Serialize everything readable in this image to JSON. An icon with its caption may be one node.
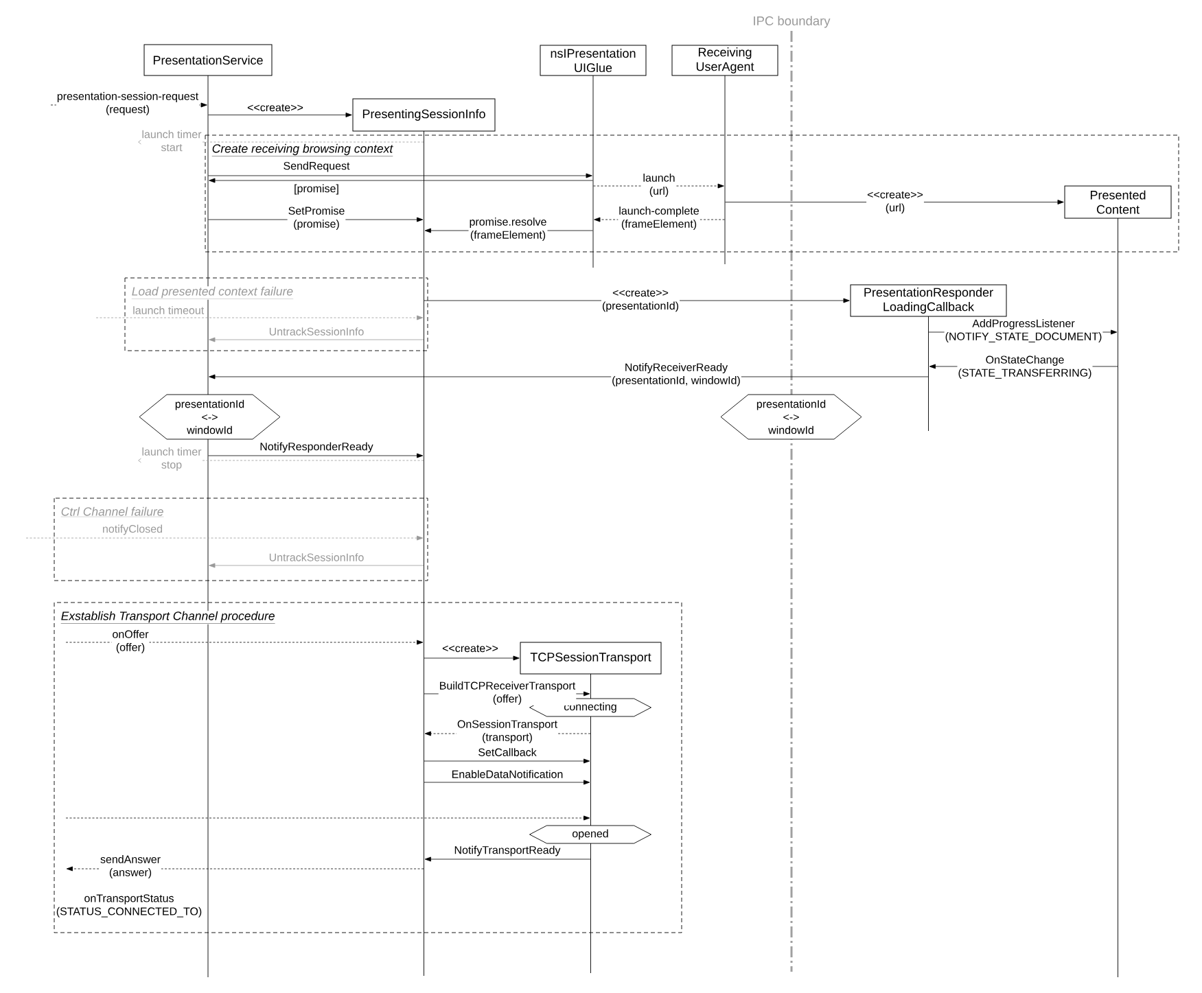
{
  "diagram": {
    "nodes": [
      {
        "text": [
          "PresentationService"
        ]
      },
      {
        "text": [],
        "shape": "line"
      },
      {
        "text": [
          "nsIPresentation UIGlue"
        ]
      },
      {
        "text": [],
        "shape": "line"
      },
      {
        "text": [
          "Receiving UserAgent"
        ]
      },
      {
        "text": [],
        "shape": "line"
      },
      {
        "text": [
          "PresentingSessionInfo"
        ]
      },
      {
        "text": [],
        "shape": "line"
      },
      {
        "text": [
          "Presented Content"
        ]
      },
      {
        "text": [],
        "shape": "line"
      },
      {
        "text": [
          "PresentationResponder LoadingCallback"
        ]
      },
      {
        "text": [],
        "shape": "line"
      },
      {
        "text": [
          "presentationId <-> windowId"
        ]
      },
      {
        "text": [
          "presentationId <-> windowId"
        ]
      },
      {
        "text": [
          "TCPSessionTransport"
        ]
      },
      {
        "text": [],
        "shape": "line"
      },
      {
        "text": [
          "connecting"
        ]
      },
      {
        "text": [
          "opened"
        ]
      }
    ],
    "edges": [
      {
        "from": null,
        "to": 1,
        "arrow": "to",
        "style": "dashed",
        "label": "presentation-session-request (request)"
      },
      {
        "from": 1,
        "to": 6,
        "arrow": "to",
        "label": "<<create>>"
      },
      {
        "from": 7,
        "to": null,
        "arrow": "other",
        "style": "dashed",
        "color": "#999999",
        "label": "launch timer start"
      },
      {
        "from": 1,
        "to": 3,
        "arrow": "to",
        "label": "SendRequest"
      },
      {
        "from": 3,
        "to": 1,
        "arrow": "to",
        "label": "[promise]"
      },
      {
        "from": 3,
        "to": 5,
        "arrow": "to",
        "style": "dashed",
        "label": "launch (url)"
      },
      {
        "from": 5,
        "to": 8,
        "arrow": "to",
        "label": "<<create>> (url)"
      },
      {
        "from": 1,
        "to": 7,
        "arrow": "to",
        "label": "SetPromise (promise)"
      },
      {
        "from": 5,
        "to": 3,
        "arrow": "to",
        "style": "dashed",
        "label": "launch-complete (frameElement)"
      },
      {
        "from": 3,
        "to": 7,
        "arrow": "to",
        "label": "promise.resolve (frameElement)"
      },
      {
        "from": 7,
        "to": 10,
        "arrow": "to",
        "label": "<<create>> (presentationId)"
      },
      {
        "from": null,
        "to": 7,
        "arrow": "to",
        "style": "dashed",
        "color": "#999999",
        "label": "launch timeout"
      },
      {
        "from": 7,
        "to": 1,
        "arrow": "to",
        "color": "#999999",
        "label": "UntrackSessionInfo"
      },
      {
        "from": 11,
        "to": 9,
        "arrow": "to",
        "label": "AddProgressListener (NOTIFY_STATE_DOCUMENT)"
      },
      {
        "from": 9,
        "to": 11,
        "arrow": "to",
        "label": "OnStateChange (STATE_TRANSFERRING)"
      },
      {
        "from": 11,
        "to": 1,
        "arrow": "to",
        "label": "NotifyReceiverReady (presentationId, windowId)"
      },
      {
        "from": 1,
        "to": 7,
        "arrow": "to",
        "label": "NotifyResponderReady"
      },
      {
        "from": 7,
        "to": null,
        "arrow": "other",
        "style": "dashed",
        "color": "#999999",
        "label": "launch timer stop"
      },
      {
        "from": null,
        "to": 7,
        "arrow": "to",
        "style": "dashed",
        "color": "#999999",
        "label": "notifyClosed"
      },
      {
        "from": 7,
        "to": 1,
        "arrow": "to",
        "color": "#999999",
        "label": "UntrackSessionInfo"
      },
      {
        "from": null,
        "to": 7,
        "arrow": "to",
        "style": "dashed",
        "label": "onOffer (offer)"
      },
      {
        "from": 7,
        "to": 14,
        "arrow": "to",
        "label": "<<create>>"
      },
      {
        "from": 7,
        "to": 15,
        "arrow": "to",
        "label": "BuildTCPReceiverTransport (offer)"
      },
      {
        "from": 15,
        "to": 7,
        "arrow": "to",
        "style": "dashed",
        "label": "OnSessionTransport (transport)"
      },
      {
        "from": 7,
        "to": 15,
        "arrow": "to",
        "label": "SetCallback"
      },
      {
        "from": 7,
        "to": 15,
        "arrow": "to",
        "label": "EnableDataNotification"
      },
      {
        "from": null,
        "to": 15,
        "arrow": "to",
        "style": "dashed"
      },
      {
        "from": 15,
        "to": 7,
        "arrow": "to",
        "label": "NotifyTransportReady"
      },
      {
        "from": 7,
        "to": null,
        "arrow": "to",
        "style": "dashed",
        "label": "sendAnswer (answer)"
      }
    ],
    "labels": [
      "IPC boundary",
      "Create receiving browsing context",
      "Load presented context failure",
      "Ctrl Channel failure",
      "Exstablish Transport Channel procedure",
      "onTransportStatus (STATUS_CONNECTED_TO)"
    ]
  }
}
